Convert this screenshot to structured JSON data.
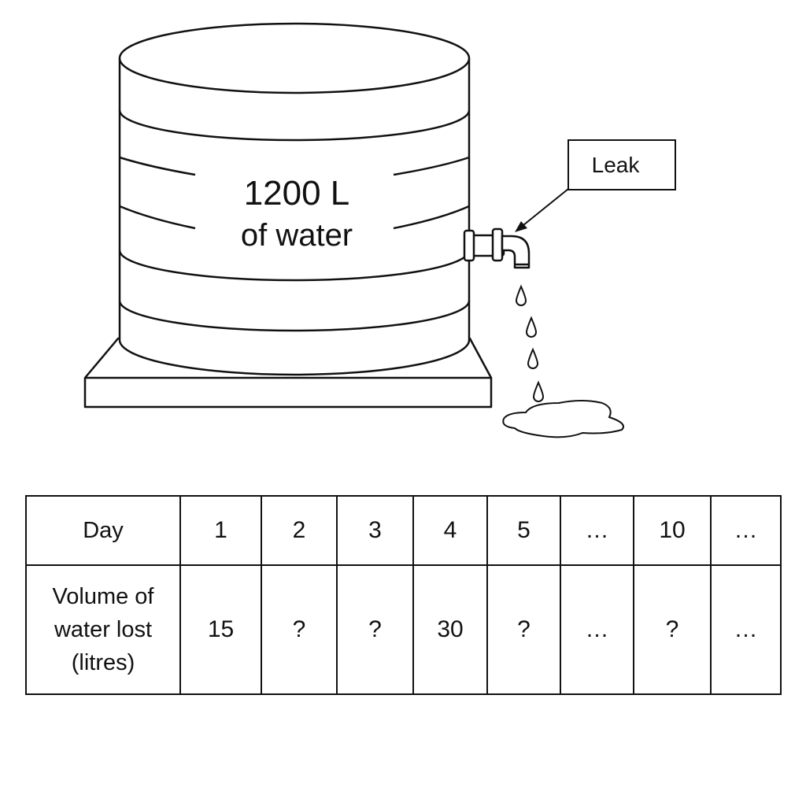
{
  "tank": {
    "capacity_label": "1200 L",
    "contents_label": "of water"
  },
  "leak_label": "Leak",
  "table": {
    "row1_header": "Day",
    "row2_header_lines": [
      "Volume of",
      "water lost",
      "(litres)"
    ],
    "days": [
      "1",
      "2",
      "3",
      "4",
      "5",
      "…",
      "10",
      "…"
    ],
    "volumes": [
      "15",
      "?",
      "?",
      "30",
      "?",
      "…",
      "?",
      "…"
    ]
  }
}
